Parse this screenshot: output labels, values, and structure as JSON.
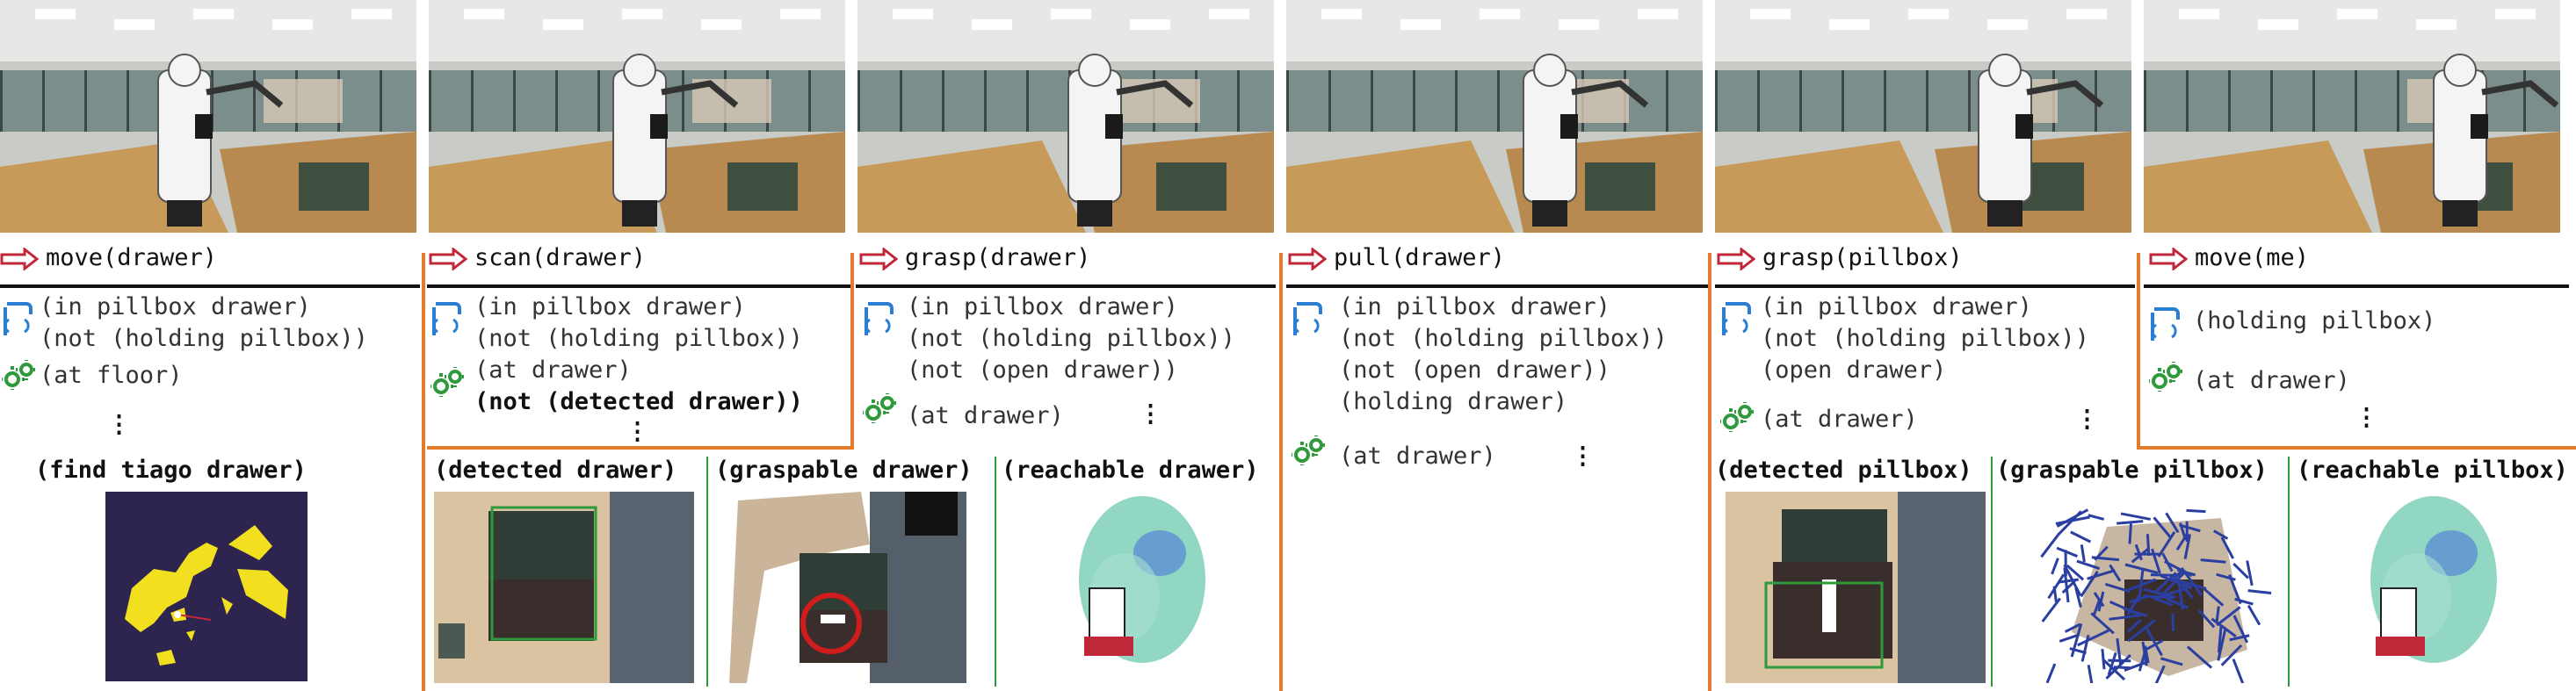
{
  "colors": {
    "arrow": "#c0283a",
    "separator": "#e27a2a",
    "green_separator": "#2e9a3c",
    "bracket_icon": "#2a7fd4",
    "gear_icon": "#2e9a3c",
    "map_bg": "#2e2450",
    "map_fg": "#f2e020"
  },
  "icons": [
    "arrow-right-icon",
    "bracket-icon",
    "gear-icon"
  ],
  "steps": [
    {
      "action": "move(drawer)",
      "state": [
        "(in pillbox drawer)",
        "(not (holding pillbox))"
      ],
      "gear": [
        "(at floor)"
      ],
      "dots": "⋮",
      "panel_title": "(find tiago drawer)"
    },
    {
      "action": "scan(drawer)",
      "state": [
        "(in pillbox drawer)",
        "(not (holding pillbox))"
      ],
      "gear": [
        "(at drawer)",
        "(not (detected drawer))"
      ],
      "dots": "⋮",
      "panels": [
        "(detected drawer)",
        "(graspable drawer)",
        "(reachable drawer)"
      ]
    },
    {
      "action": "grasp(drawer)",
      "state": [
        "(in pillbox drawer)",
        "(not (holding pillbox))",
        "(not (open drawer))"
      ],
      "gear": [
        "(at drawer)"
      ],
      "dots": "⋮"
    },
    {
      "action": "pull(drawer)",
      "state": [
        "(in pillbox drawer)",
        "(not (holding pillbox))",
        "(not (open drawer))",
        "(holding drawer)"
      ],
      "gear": [
        "(at drawer)"
      ],
      "dots": "⋮"
    },
    {
      "action": "grasp(pillbox)",
      "state": [
        "(in pillbox drawer)",
        "(not (holding pillbox))",
        "(open drawer)"
      ],
      "gear": [
        "(at drawer)"
      ],
      "dots": "⋮",
      "panels": [
        "(detected pillbox)",
        "(graspable pillbox)",
        "(reachable pillbox)"
      ]
    },
    {
      "action": "move(me)",
      "state": [
        "(holding pillbox)"
      ],
      "gear": [
        "(at drawer)"
      ],
      "dots": "⋮"
    }
  ]
}
